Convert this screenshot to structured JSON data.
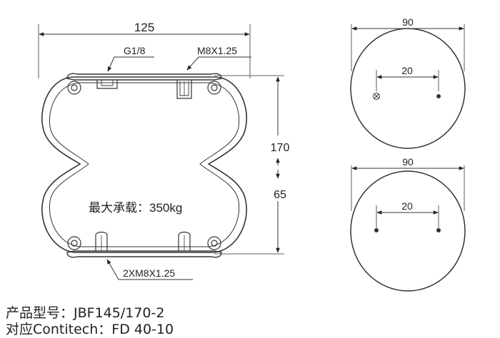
{
  "side_view": {
    "width_label": "125",
    "port_label_left": "G1/8",
    "port_label_right": "M8X1.25",
    "bottom_label": "2XM8X1.25",
    "load_label": "最大承载：350kg",
    "height_max_label": "170",
    "height_min_label": "65"
  },
  "top_view": {
    "diameter_label": "90",
    "spacing_label": "20"
  },
  "bottom_view": {
    "diameter_label": "90",
    "spacing_label": "20"
  },
  "caption": {
    "model_line": "产品型号：JBF145/170-2",
    "contitech_line": "对应Contitech：FD 40-10"
  }
}
